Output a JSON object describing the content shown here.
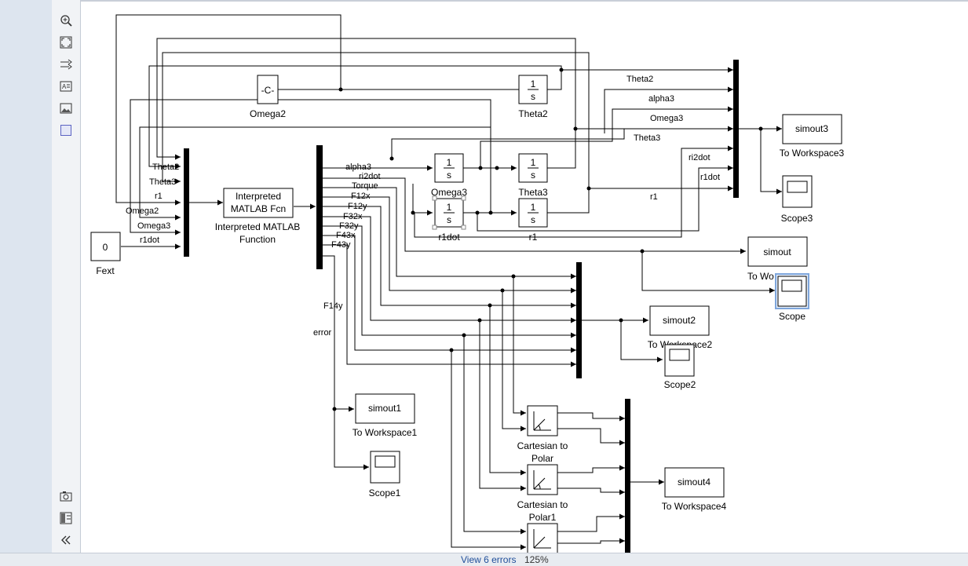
{
  "toolbar": {
    "items": [
      {
        "name": "zoom-in-icon"
      },
      {
        "name": "fit-to-view-icon"
      },
      {
        "name": "signal-routing-icon"
      },
      {
        "name": "annotation-icon"
      },
      {
        "name": "image-icon"
      },
      {
        "name": "area-icon"
      },
      {
        "name": "camera-icon"
      },
      {
        "name": "property-inspector-icon"
      },
      {
        "name": "collapse-icon"
      }
    ]
  },
  "diagram": {
    "blocks": {
      "omega2_const": {
        "text": "-C-",
        "label": "Omega2"
      },
      "theta2_int": {
        "num": "1",
        "den": "s",
        "label": "Theta2"
      },
      "omega3_int": {
        "num": "1",
        "den": "s",
        "label": "Omega3"
      },
      "theta3_int": {
        "num": "1",
        "den": "s",
        "label": "Theta3"
      },
      "r1dot_int": {
        "num": "1",
        "den": "s",
        "label": "r1dot"
      },
      "r1_int": {
        "num": "1",
        "den": "s",
        "label": "r1"
      },
      "fext": {
        "text": "0",
        "label": "Fext"
      },
      "matlab_fcn": {
        "line1": "Interpreted",
        "line2": "MATLAB Fcn",
        "label1": "Interpreted MATLAB",
        "label2": "Function"
      },
      "simout3": {
        "text": "simout3",
        "label": "To Workspace3"
      },
      "scope3": {
        "label": "Scope3"
      },
      "simout": {
        "text": "simout",
        "label": "To Wo"
      },
      "scope": {
        "label": "Scope"
      },
      "simout2": {
        "text": "simout2",
        "label": "To Workspace2"
      },
      "scope2": {
        "label": "Scope2"
      },
      "simout1": {
        "text": "simout1",
        "label": "To Workspace1"
      },
      "scope1": {
        "label": "Scope1"
      },
      "cart_polar": {
        "label1": "Cartesian to",
        "label2": "Polar"
      },
      "cart_polar1": {
        "label1": "Cartesian to",
        "label2": "Polar1"
      },
      "simout4": {
        "text": "simout4",
        "label": "To Workspace4"
      }
    },
    "signals": {
      "mux_in": [
        "Theta2",
        "Theta3",
        "r1",
        "Omega2",
        "Omega3",
        "r1dot"
      ],
      "demux_out": [
        "alpha3",
        "ri2dot",
        "Torque",
        "F12x",
        "F12y",
        "F32x",
        "F32y",
        "F43x",
        "F43y"
      ],
      "f14y": "F14y",
      "error": "error",
      "right_mux": [
        "Theta2",
        "alpha3",
        "Omega3",
        "Theta3",
        "ri2dot",
        "r1dot",
        "r1"
      ]
    }
  },
  "status": {
    "errors": "View 6 errors",
    "zoom": "125%"
  }
}
